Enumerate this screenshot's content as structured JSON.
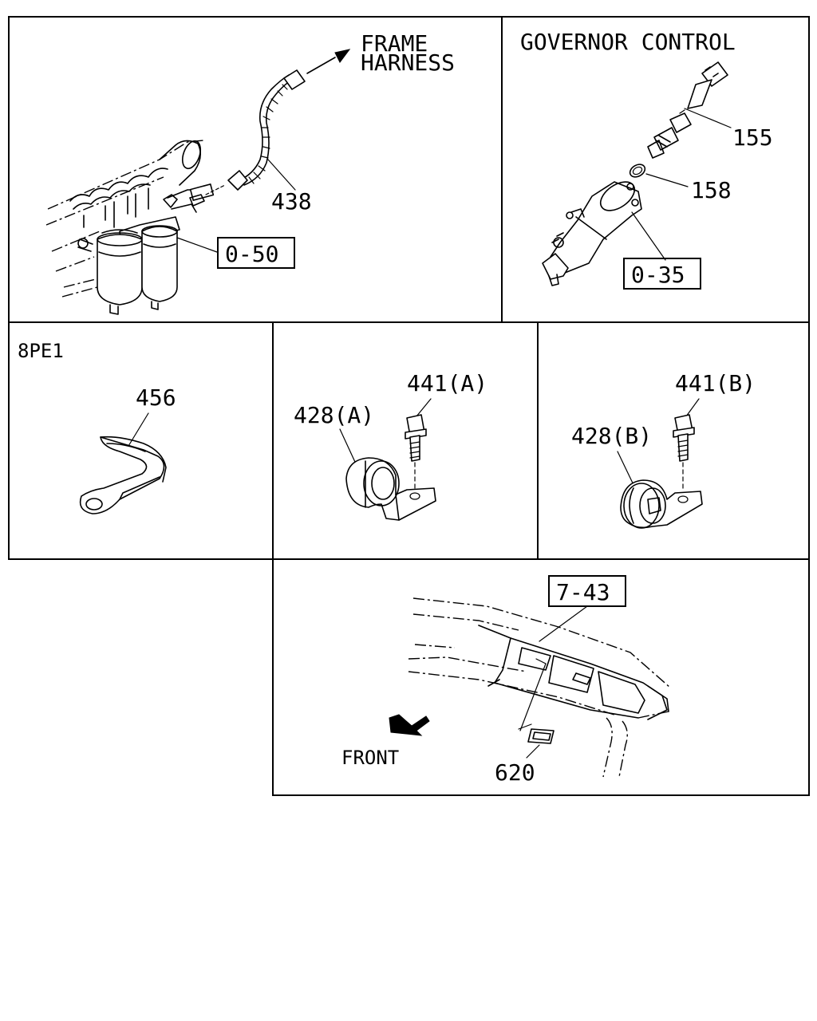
{
  "labels": {
    "frame": "FRAME",
    "harness": "HARNESS",
    "governor_control": "GOVERNOR CONTROL",
    "model": "8PE1",
    "front": "FRONT"
  },
  "parts": {
    "p438": "438",
    "p155": "155",
    "p158": "158",
    "p456": "456",
    "p441a": "441(A)",
    "p441b": "441(B)",
    "p428a": "428(A)",
    "p428b": "428(B)",
    "p620": "620"
  },
  "references": {
    "r050": "0-50",
    "r035": "0-35",
    "r743": "7-43"
  }
}
